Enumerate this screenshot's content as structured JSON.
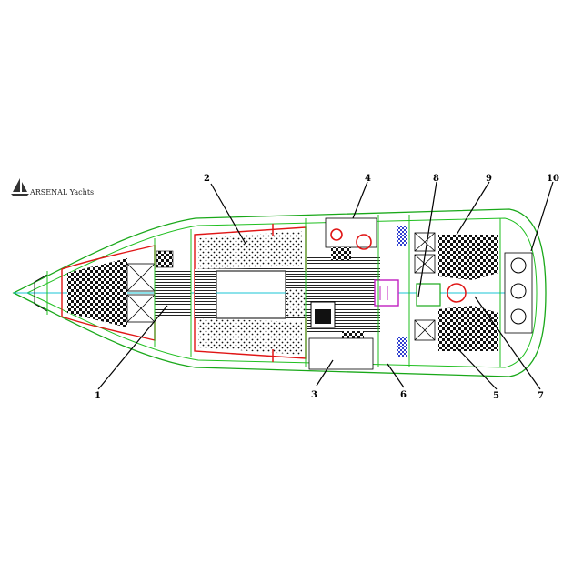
{
  "brand": {
    "name": "ARSENAL Yachts"
  },
  "callouts": [
    {
      "id": "1",
      "label": "1"
    },
    {
      "id": "2",
      "label": "2"
    },
    {
      "id": "3",
      "label": "3"
    },
    {
      "id": "4",
      "label": "4"
    },
    {
      "id": "5",
      "label": "5"
    },
    {
      "id": "6",
      "label": "6"
    },
    {
      "id": "7",
      "label": "7"
    },
    {
      "id": "8",
      "label": "8"
    },
    {
      "id": "9",
      "label": "9"
    },
    {
      "id": "10",
      "label": "10"
    }
  ],
  "colors": {
    "hull": "#19a819",
    "bulkhead": "#1fbf1f",
    "saloon_outline": "#e01515",
    "centerline": "#19c4d6",
    "nav_station": "#c020c0",
    "head_fixture": "#3040d0"
  }
}
